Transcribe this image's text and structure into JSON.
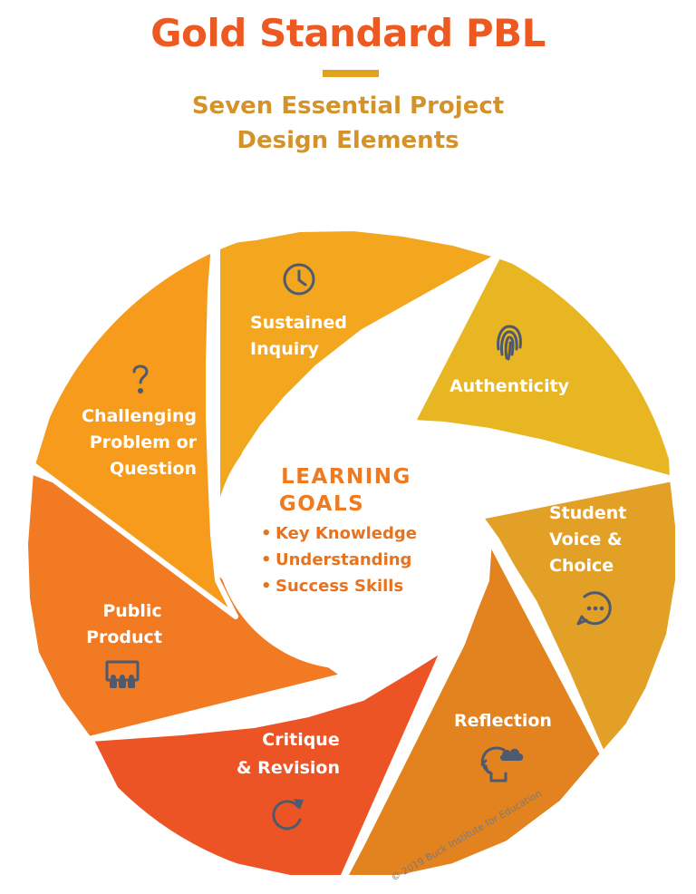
{
  "title": "Gold Standard PBL",
  "subtitle": [
    "Seven Essential Project",
    "Design Elements"
  ],
  "center": {
    "heading": [
      "LEARNING",
      "GOALS"
    ],
    "items": [
      "Key Knowledge",
      "Understanding",
      "Success Skills"
    ]
  },
  "elements": [
    {
      "lines": [
        "Sustained",
        "Inquiry"
      ],
      "icon": "clock-icon",
      "color": "#F2A71F"
    },
    {
      "lines": [
        "Authenticity"
      ],
      "icon": "fingerprint-icon",
      "color": "#E8B623"
    },
    {
      "lines": [
        "Student",
        "Voice &",
        "Choice"
      ],
      "icon": "chat-bubble-icon",
      "color": "#E3A026"
    },
    {
      "lines": [
        "Reflection"
      ],
      "icon": "head-cloud-icon",
      "color": "#E2831F"
    },
    {
      "lines": [
        "Critique",
        "& Revision"
      ],
      "icon": "refresh-arrow-icon",
      "color": "#EC5426"
    },
    {
      "lines": [
        "Public",
        "Product"
      ],
      "icon": "presentation-icon",
      "color": "#F17A22"
    },
    {
      "lines": [
        "Challenging",
        "Problem or",
        "Question"
      ],
      "icon": "question-mark-icon",
      "color": "#F69B1C"
    }
  ],
  "copyright": "© 2019 Buck Institute for Education"
}
